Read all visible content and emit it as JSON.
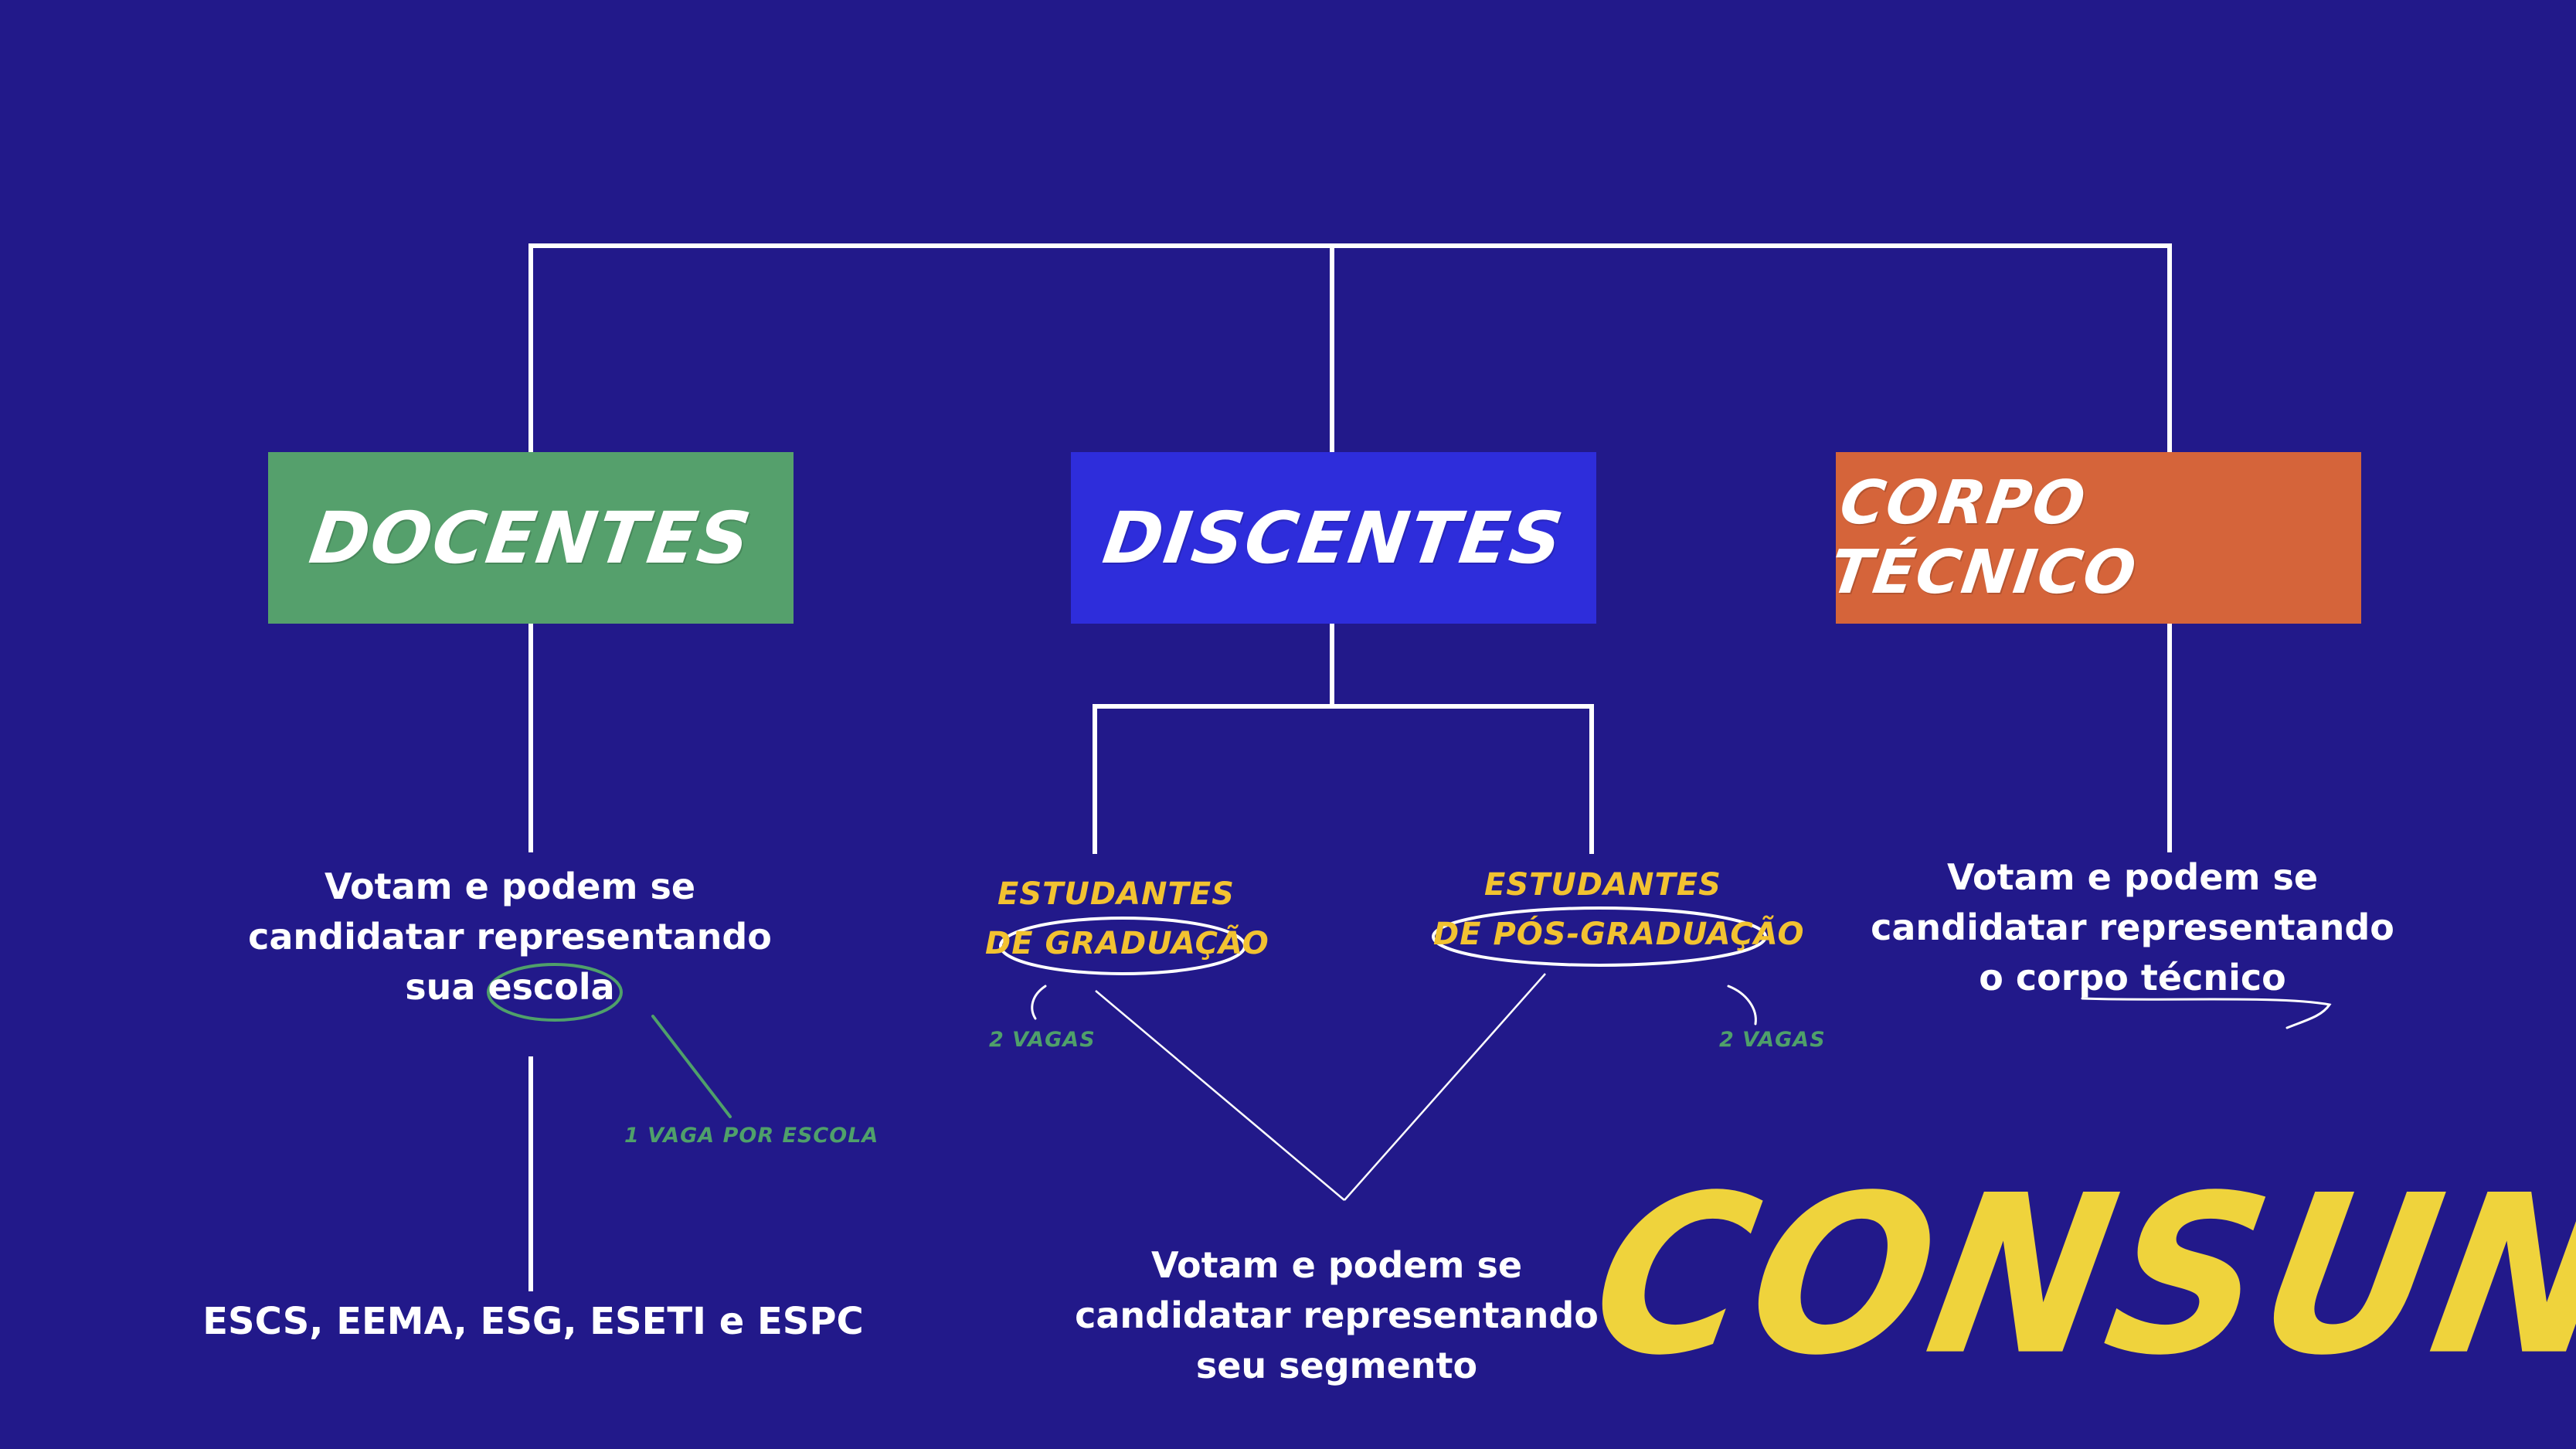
{
  "colors": {
    "background": "#22198a",
    "docentes": "#55a06c",
    "discentes": "#2e2ddb",
    "corpo_tecnico": "#d5643a",
    "student_label": "#f2c231",
    "note": "#4fa06a",
    "brand": "#efd33c",
    "lines": "#ffffff"
  },
  "categories": {
    "docentes": "DOCENTES",
    "discentes": "DISCENTES",
    "corpo_tecnico": "CORPO TÉCNICO"
  },
  "docentes": {
    "desc_line1": "Votam e podem se",
    "desc_line2": "candidatar representando",
    "desc_prefix": "sua",
    "desc_highlight": "escola",
    "note": "1 VAGA POR ESCOLA",
    "schools": "ESCS, EEMA, ESG, ESETI e ESPC"
  },
  "discentes": {
    "graduacao_line1": "ESTUDANTES",
    "graduacao_prefix": "DE",
    "graduacao_highlight": "GRADUAÇÃO",
    "graduacao_note": "2 VAGAS",
    "pos_line1": "ESTUDANTES",
    "pos_prefix": "DE",
    "pos_highlight": "PÓS-GRADUAÇÃO",
    "pos_note": "2 VAGAS",
    "desc_line1": "Votam e podem se",
    "desc_line2": "candidatar representando",
    "desc_line3": "seu segmento"
  },
  "corpo_tecnico": {
    "desc_line1": "Votam e podem se",
    "desc_line2": "candidatar representando",
    "desc_prefix": "o",
    "desc_highlight": "corpo técnico"
  },
  "brand": "CONSUNI"
}
